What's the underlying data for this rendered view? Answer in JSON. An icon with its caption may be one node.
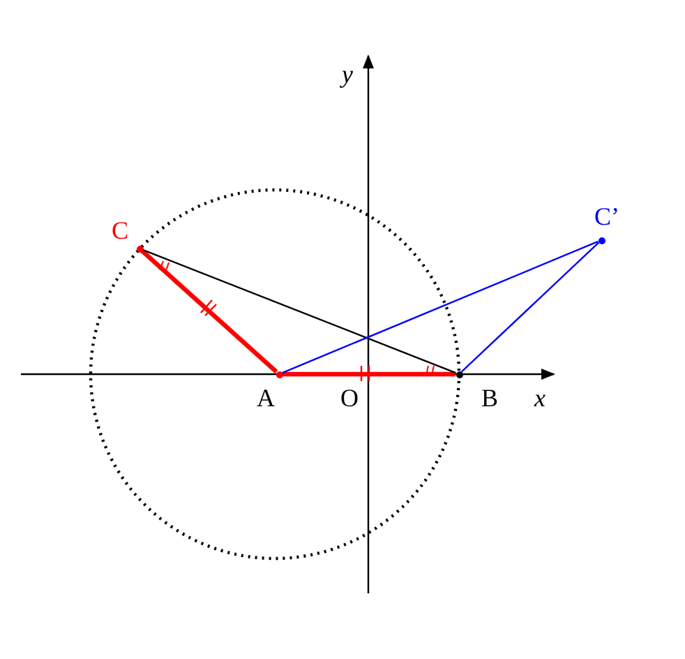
{
  "diagram": {
    "nodes": [
      {
        "text": [],
        "shape": "dot",
        "beside": [
          "C"
        ]
      },
      {
        "text": [],
        "shape": "dot",
        "beside": [
          "A"
        ]
      },
      {
        "text": [],
        "shape": "dot",
        "beside": [
          "B"
        ]
      },
      {
        "text": [],
        "shape": "dot",
        "beside": [
          "C’"
        ]
      }
    ],
    "edges": [
      {
        "from": 0,
        "to": 1,
        "arrow": "none",
        "style": "thick",
        "color": "#ff0000"
      },
      {
        "from": 1,
        "to": 2,
        "arrow": "none",
        "style": "thick",
        "color": "#ff0000"
      },
      {
        "from": 0,
        "to": 2,
        "arrow": "none",
        "color": "#000000"
      },
      {
        "from": 1,
        "to": 3,
        "arrow": "none",
        "color": "#0000ff"
      },
      {
        "from": 2,
        "to": 3,
        "arrow": "none",
        "color": "#0000ff"
      }
    ],
    "labels": [
      "y",
      "O",
      "x"
    ]
  }
}
